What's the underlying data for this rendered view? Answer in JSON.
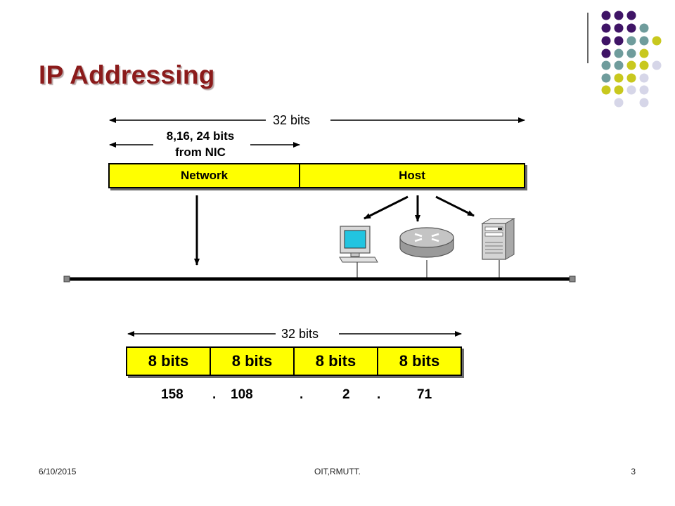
{
  "slide": {
    "title": "IP Addressing"
  },
  "top_diagram": {
    "total_bits_label": "32 bits",
    "nic_bits_line1": "8,16, 24 bits",
    "nic_bits_line2": "from NIC",
    "network_label": "Network",
    "host_label": "Host",
    "devices": [
      "computer-icon",
      "router-icon",
      "server-icon"
    ]
  },
  "bottom_diagram": {
    "total_bits_label": "32 bits",
    "octets": [
      {
        "label": "8 bits",
        "value": "158"
      },
      {
        "label": "8 bits",
        "value": "108"
      },
      {
        "label": "8 bits",
        "value": "2"
      },
      {
        "label": "8 bits",
        "value": "71"
      }
    ],
    "separator": "."
  },
  "footer": {
    "date": "6/10/2015",
    "center": "OIT,RMUTT.",
    "page": "3"
  },
  "colors": {
    "title": "#8b1b1b",
    "bar_fill": "#ffff00",
    "dot_purple": "#3f1466",
    "dot_teal": "#6f9c9c",
    "dot_olive": "#c8c81e",
    "dot_lavender": "#d6d6e8"
  }
}
